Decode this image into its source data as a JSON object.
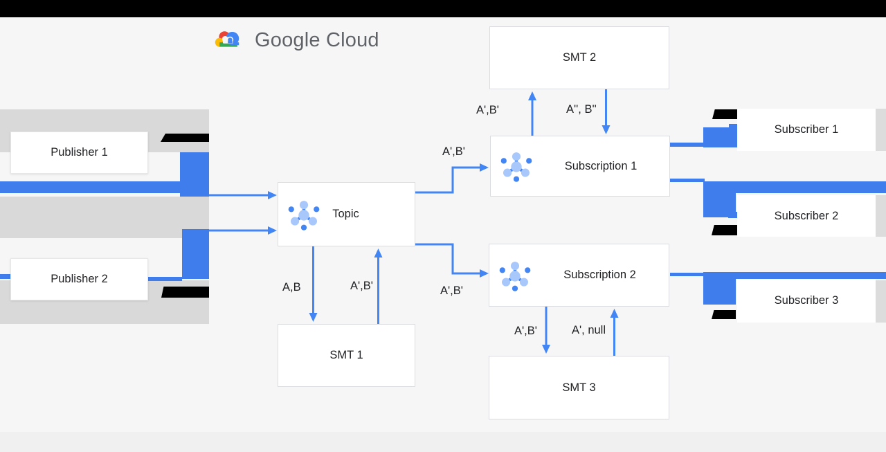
{
  "logo": {
    "text": "Google Cloud"
  },
  "nodes": {
    "publisher1": "Publisher 1",
    "publisher2": "Publisher 2",
    "topic": "Topic",
    "smt1": "SMT 1",
    "smt2": "SMT 2",
    "smt3": "SMT 3",
    "subscription1": "Subscription 1",
    "subscription2": "Subscription 2",
    "subscriber1": "Subscriber 1",
    "subscriber2": "Subscriber 2",
    "subscriber3": "Subscriber 3"
  },
  "edges": [
    {
      "from": "Publisher 1",
      "to": "Topic",
      "label": ""
    },
    {
      "from": "Publisher 2",
      "to": "Topic",
      "label": ""
    },
    {
      "from": "Topic",
      "to": "SMT 1",
      "label": "A,B"
    },
    {
      "from": "SMT 1",
      "to": "Topic",
      "label": "A',B'"
    },
    {
      "from": "Topic",
      "to": "Subscription 1",
      "label": "A',B'"
    },
    {
      "from": "Topic",
      "to": "Subscription 2",
      "label": "A',B'"
    },
    {
      "from": "Subscription 1",
      "to": "SMT 2",
      "label": "A',B'"
    },
    {
      "from": "SMT 2",
      "to": "Subscription 1",
      "label": "A'', B''"
    },
    {
      "from": "Subscription 2",
      "to": "SMT 3",
      "label": "A',B'"
    },
    {
      "from": "SMT 3",
      "to": "Subscription 2",
      "label": "A', null"
    },
    {
      "from": "Subscription 1",
      "to": "Subscriber 1",
      "label": ""
    },
    {
      "from": "Subscription 1",
      "to": "Subscriber 2",
      "label": ""
    },
    {
      "from": "Subscription 2",
      "to": "Subscriber 3",
      "label": ""
    }
  ],
  "icons": {
    "topic": "pubsub-icon",
    "subscription1": "pubsub-icon",
    "subscription2": "pubsub-icon",
    "logo": "google-cloud-logo"
  },
  "colors": {
    "arrow_blue": "#4285f4",
    "highlight_blue": "#3f7ded",
    "redaction_black": "#000000",
    "band_gray": "#d9d9d9",
    "node_border": "#dadce0",
    "text": "#202124",
    "logo_text": "#5f6368",
    "background": "#f6f6f6"
  }
}
